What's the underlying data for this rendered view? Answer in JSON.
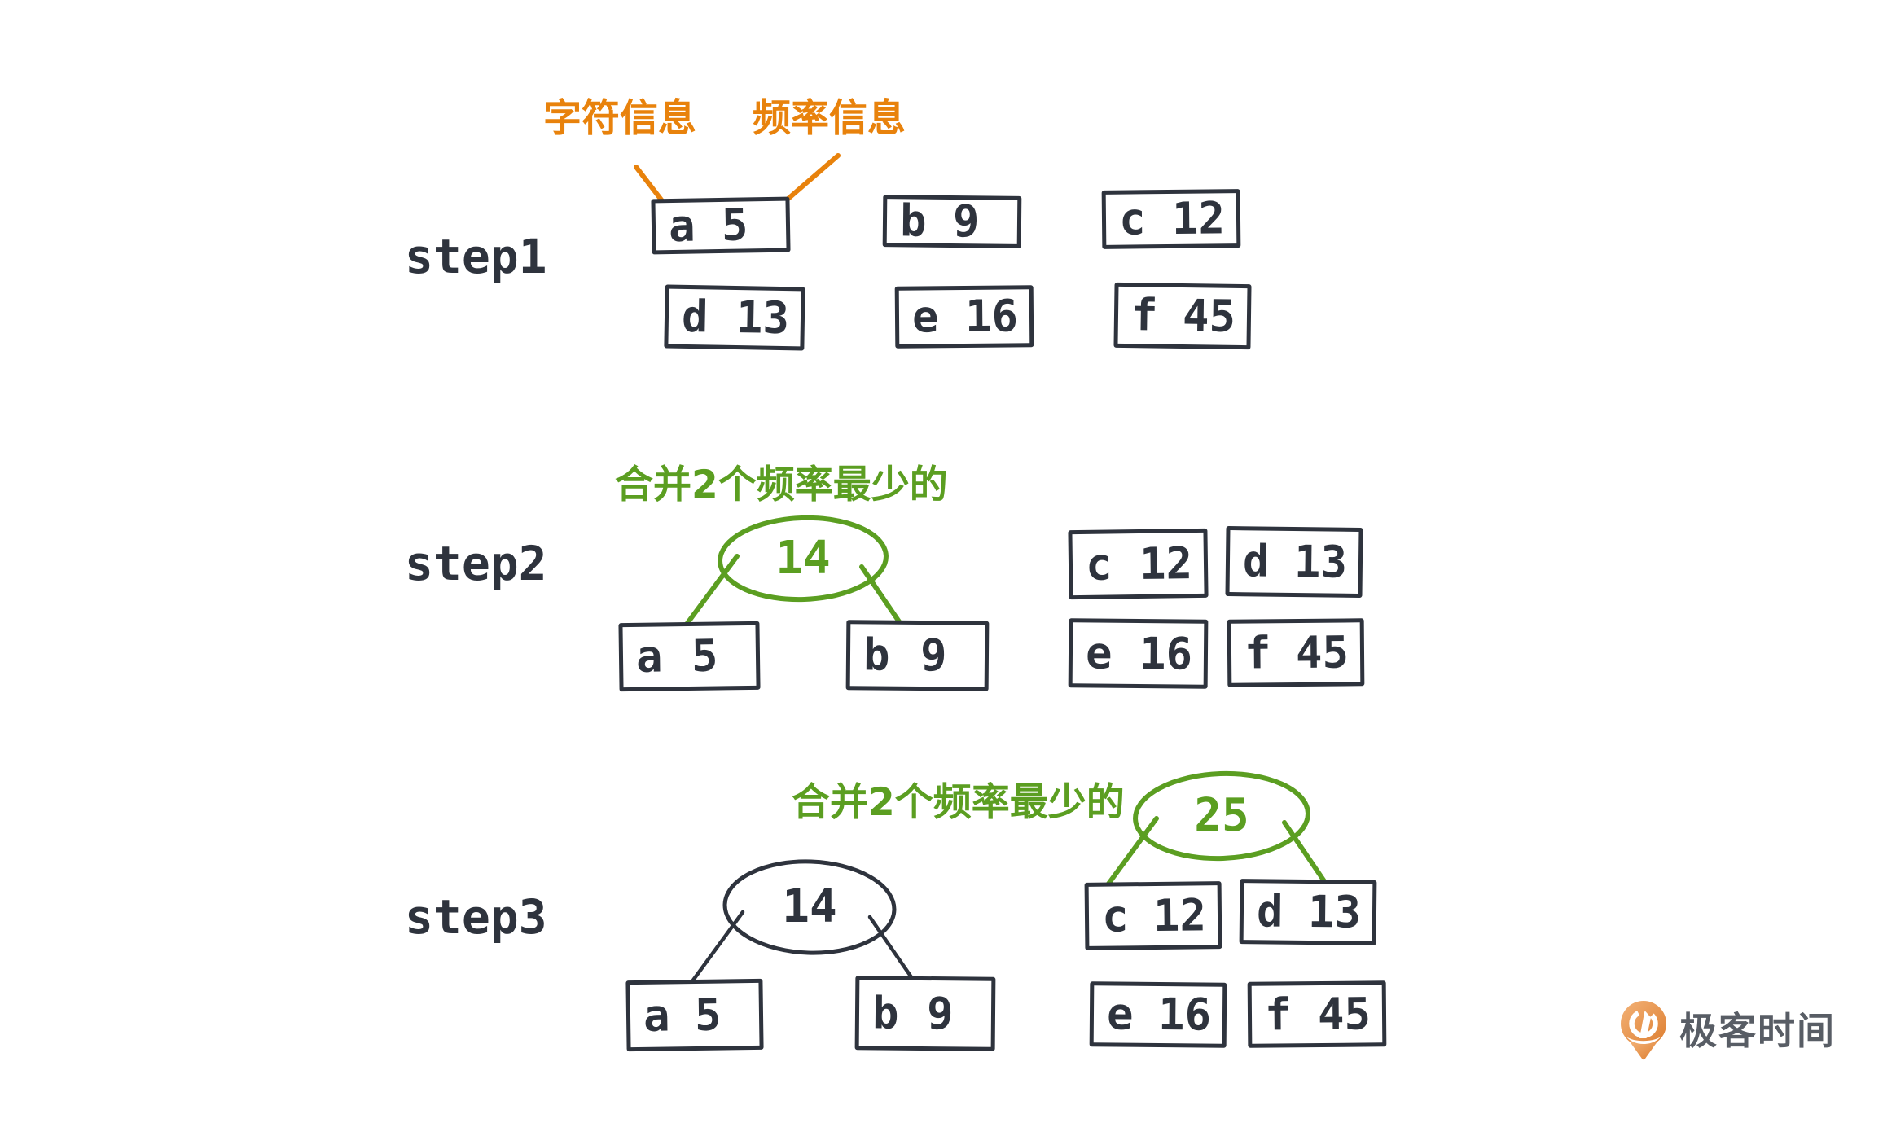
{
  "colors": {
    "ink": "#2e333d",
    "green": "#5b9e21",
    "orange": "#e8820c",
    "logo_text": "#585d65",
    "logo_orange_light": "#f3b277",
    "logo_orange_dark": "#dd7e30"
  },
  "annotations": {
    "char_info": "字符信息",
    "freq_info": "频率信息"
  },
  "steps": [
    {
      "label": "step1",
      "pool": [
        {
          "char": "a",
          "freq": "5"
        },
        {
          "char": "b",
          "freq": "9"
        },
        {
          "char": "c",
          "freq": "12"
        },
        {
          "char": "d",
          "freq": "13"
        },
        {
          "char": "e",
          "freq": "16"
        },
        {
          "char": "f",
          "freq": "45"
        }
      ]
    },
    {
      "label": "step2",
      "hint": "合并2个频率最少的",
      "merged": {
        "value": "14",
        "children": [
          {
            "char": "a",
            "freq": "5"
          },
          {
            "char": "b",
            "freq": "9"
          }
        ]
      },
      "pool": [
        {
          "char": "c",
          "freq": "12"
        },
        {
          "char": "d",
          "freq": "13"
        },
        {
          "char": "e",
          "freq": "16"
        },
        {
          "char": "f",
          "freq": "45"
        }
      ]
    },
    {
      "label": "step3",
      "hint": "合并2个频率最少的",
      "trees": [
        {
          "value": "14",
          "children": [
            {
              "char": "a",
              "freq": "5"
            },
            {
              "char": "b",
              "freq": "9"
            }
          ]
        },
        {
          "value": "25",
          "children": [
            {
              "char": "c",
              "freq": "12"
            },
            {
              "char": "d",
              "freq": "13"
            }
          ]
        }
      ],
      "pool": [
        {
          "char": "e",
          "freq": "16"
        },
        {
          "char": "f",
          "freq": "45"
        }
      ]
    }
  ],
  "logo": {
    "text": "极客时间"
  }
}
